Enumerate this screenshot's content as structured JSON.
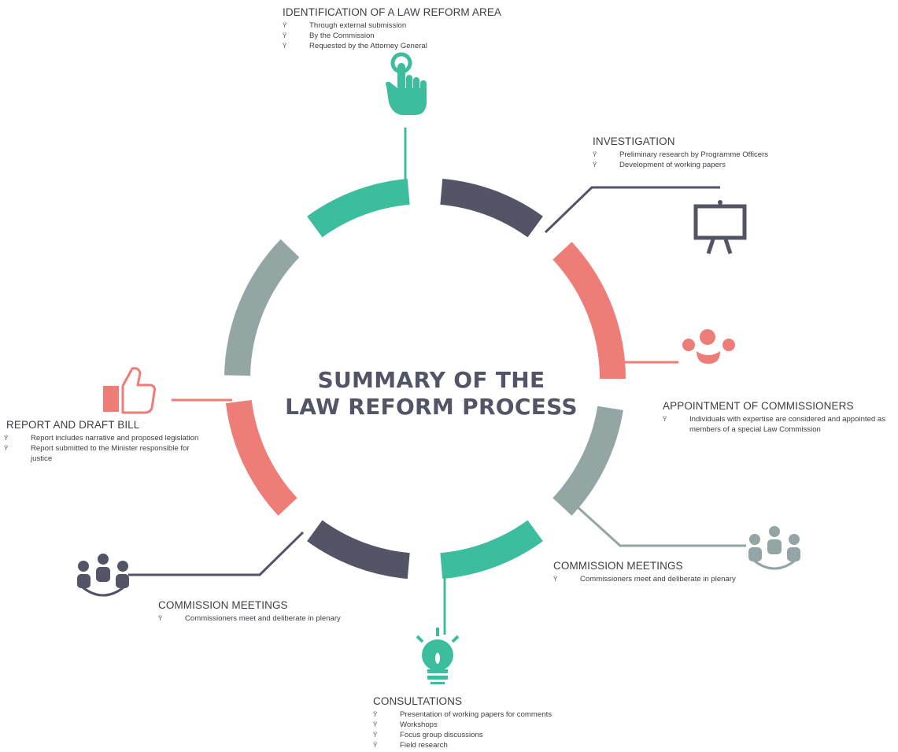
{
  "title": {
    "line1": "SUMMARY OF THE",
    "line2": "LAW REFORM PROCESS"
  },
  "bullet_glyph": "Ÿ",
  "colors": {
    "green": "#3bbd9e",
    "dark": "#535566",
    "coral": "#ee7d77",
    "grey": "#93a6a3"
  },
  "stages": {
    "identification": {
      "heading": "IDENTIFICATION OF A LAW REFORM AREA",
      "items": [
        "Through external submission",
        "By the Commission",
        "Requested by the Attorney General"
      ],
      "icon": "pointing-hand-icon"
    },
    "investigation": {
      "heading": "INVESTIGATION",
      "items": [
        "Preliminary research by Programme Officers",
        "Development of working papers"
      ],
      "icon": "presentation-board-icon"
    },
    "appointment": {
      "heading": "APPOINTMENT OF COMMISSIONERS",
      "items": [
        "Individuals with expertise are considered and appointed as members of a special Law Commission"
      ],
      "icon": "people-group-icon"
    },
    "meetings_right": {
      "heading": "COMMISSION MEETINGS",
      "items": [
        "Commissioners meet and deliberate in plenary"
      ],
      "icon": "meeting-group-icon"
    },
    "consultations": {
      "heading": "CONSULTATIONS",
      "items": [
        "Presentation of working papers for comments",
        "Workshops",
        "Focus group discussions",
        "Field research"
      ],
      "icon": "lightbulb-icon"
    },
    "meetings_left": {
      "heading": "COMMISSION MEETINGS",
      "items": [
        "Commissioners meet and deliberate in plenary"
      ],
      "icon": "meeting-group-icon"
    },
    "report": {
      "heading": "REPORT AND DRAFT BILL",
      "items": [
        "Report includes narrative and proposed legislation",
        "Report submitted to the Minister responsible for justice"
      ],
      "icon": "thumbs-up-icon"
    }
  }
}
